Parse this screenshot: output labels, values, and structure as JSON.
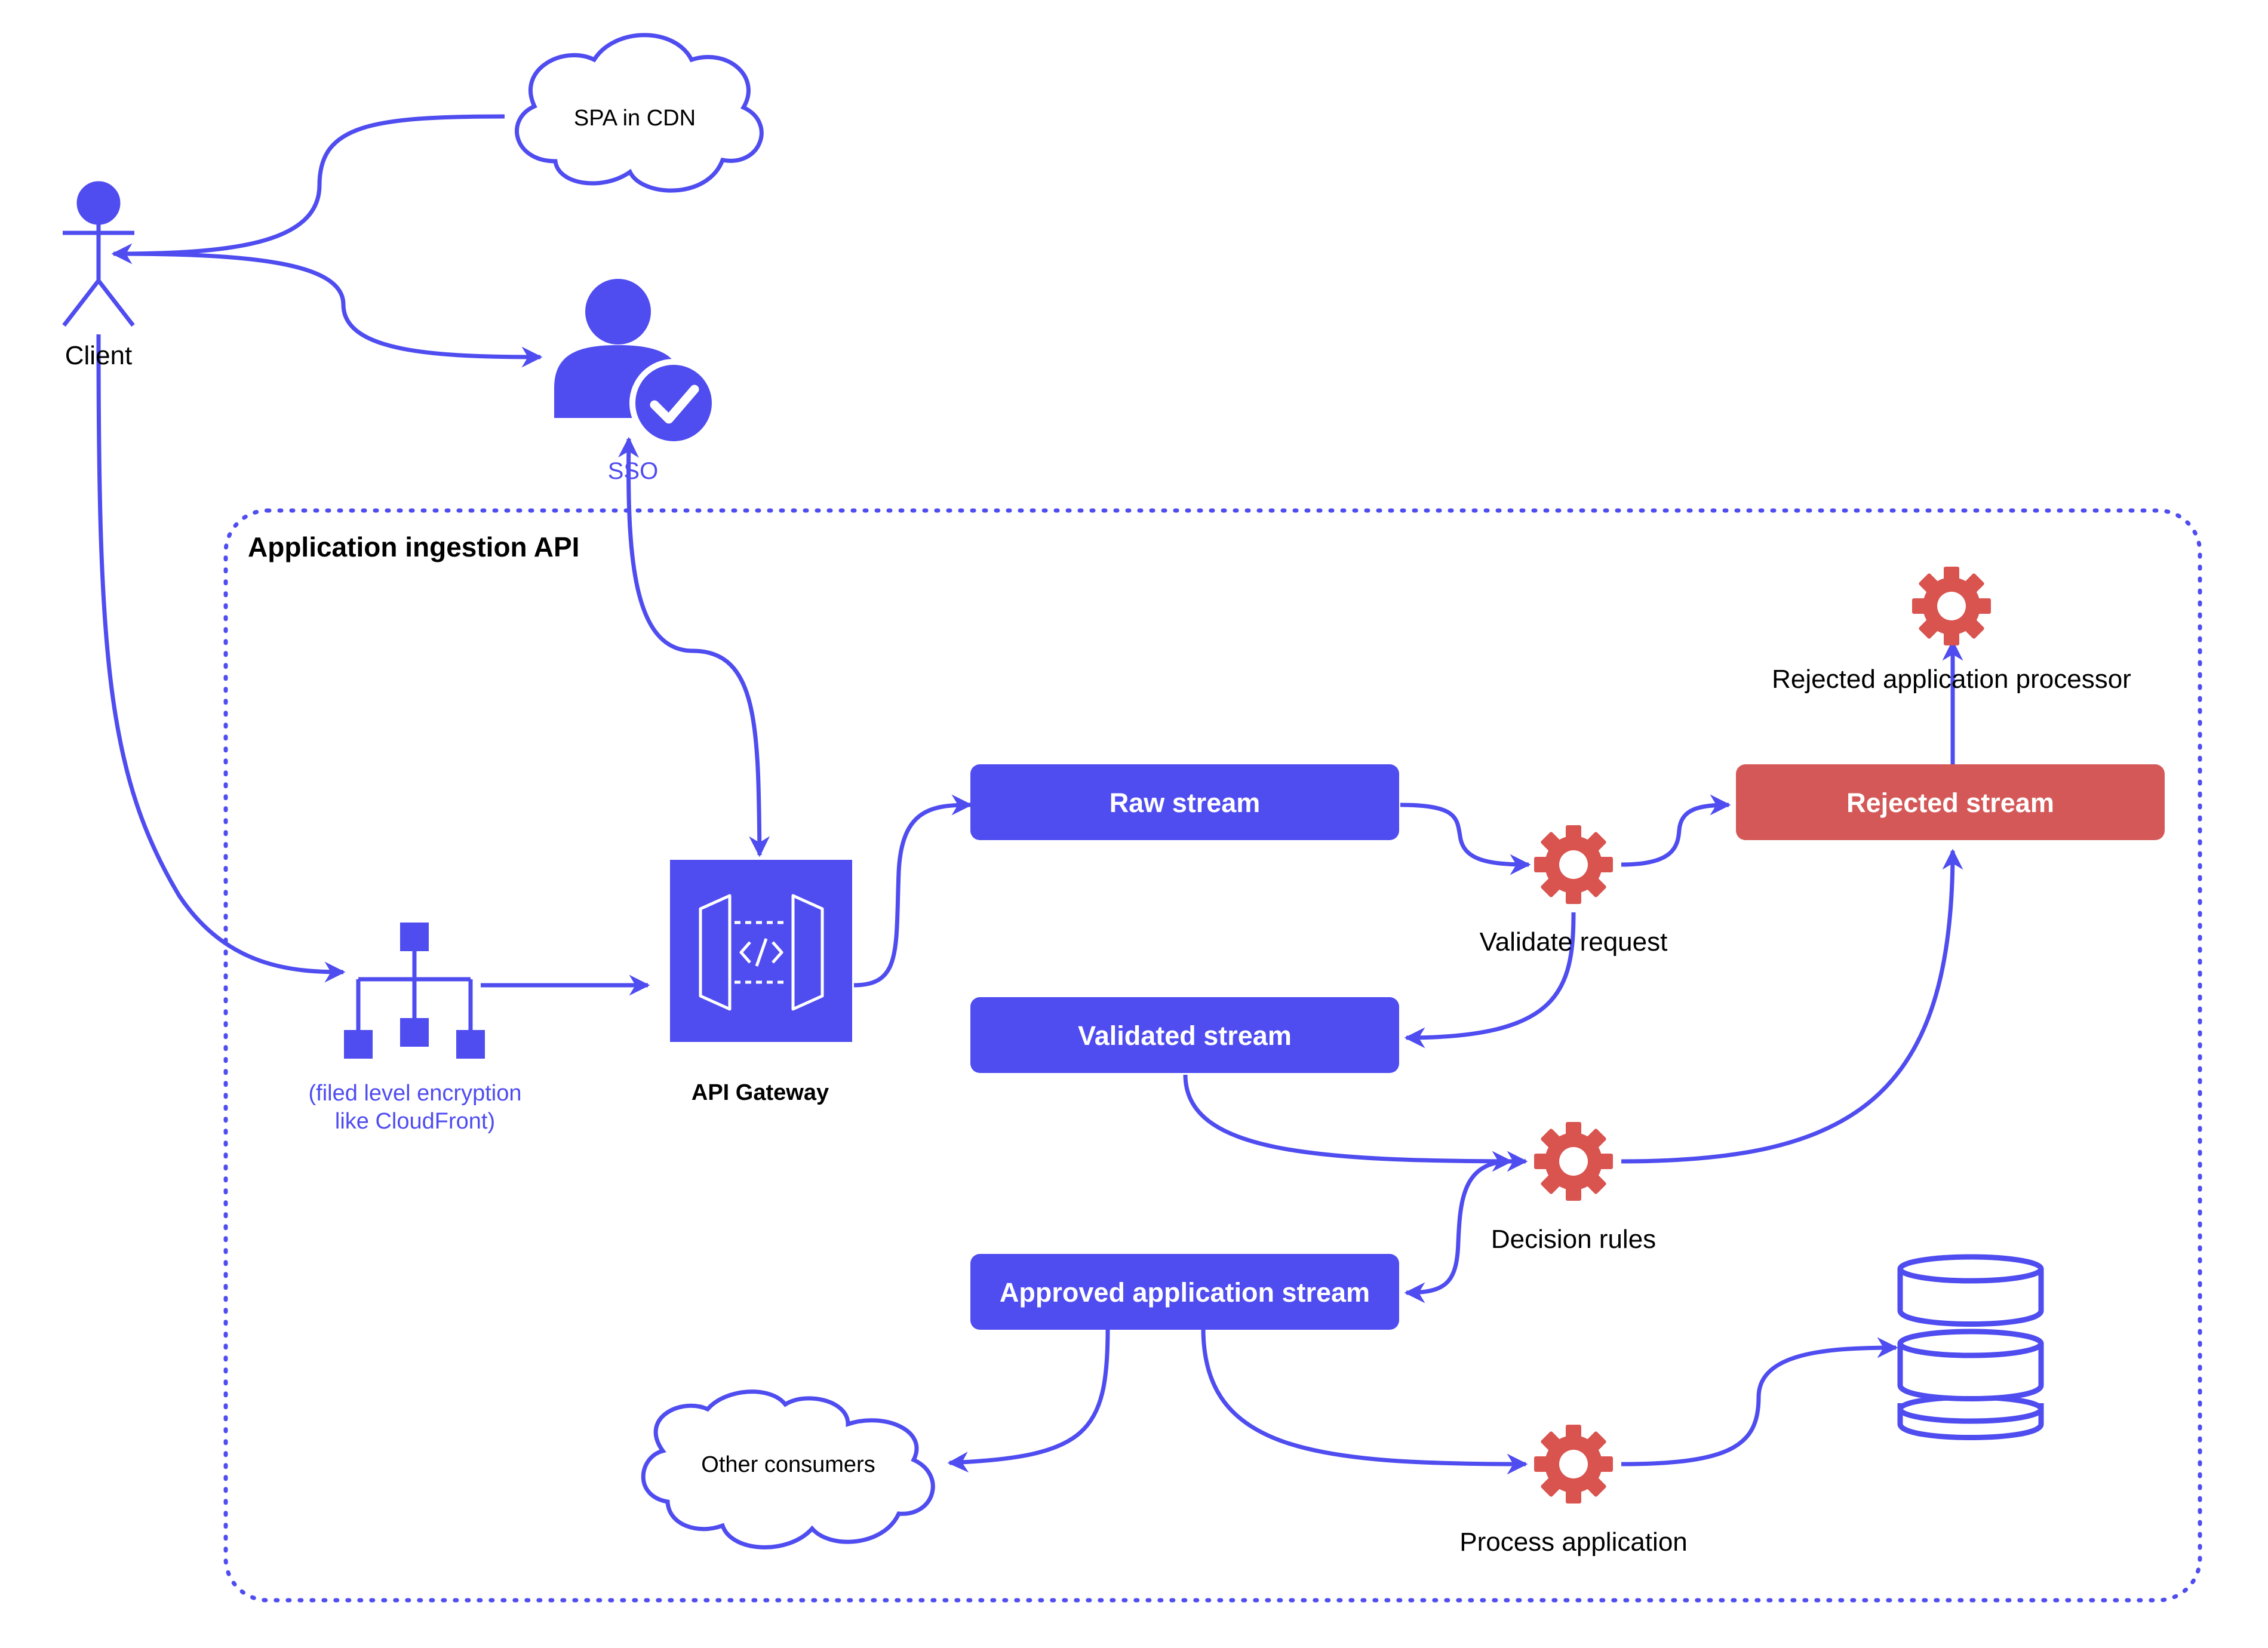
{
  "colors": {
    "primary": "#4f4cf0",
    "rejected": "#d55858",
    "gear": "#d9534f",
    "text": "#000000",
    "white": "#ffffff"
  },
  "container": {
    "title": "Application ingestion API"
  },
  "actors": {
    "client": {
      "label": "Client",
      "icon": "person-stick-figure-icon"
    },
    "sso": {
      "label": "SSO",
      "icon": "user-check-icon"
    }
  },
  "clouds": {
    "spa": {
      "label": "SPA in CDN"
    },
    "other_consumers": {
      "label": "Other consumers"
    }
  },
  "components": {
    "encryption": {
      "label_line1": "(filed level encryption",
      "label_line2": "like CloudFront)",
      "icon": "hierarchy-icon"
    },
    "api_gateway": {
      "label": "API Gateway",
      "icon": "api-gateway-icon"
    },
    "database": {
      "icon": "database-icon"
    }
  },
  "streams": {
    "raw": {
      "label": "Raw stream"
    },
    "rejected": {
      "label": "Rejected stream"
    },
    "validated": {
      "label": "Validated stream"
    },
    "approved": {
      "label": "Approved application stream"
    }
  },
  "processors": {
    "validate": {
      "label": "Validate request",
      "icon": "gear-icon"
    },
    "decision": {
      "label": "Decision rules",
      "icon": "gear-icon"
    },
    "process": {
      "label": "Process application",
      "icon": "gear-icon"
    },
    "rejected_processor": {
      "label": "Rejected application processor",
      "icon": "gear-icon"
    }
  }
}
